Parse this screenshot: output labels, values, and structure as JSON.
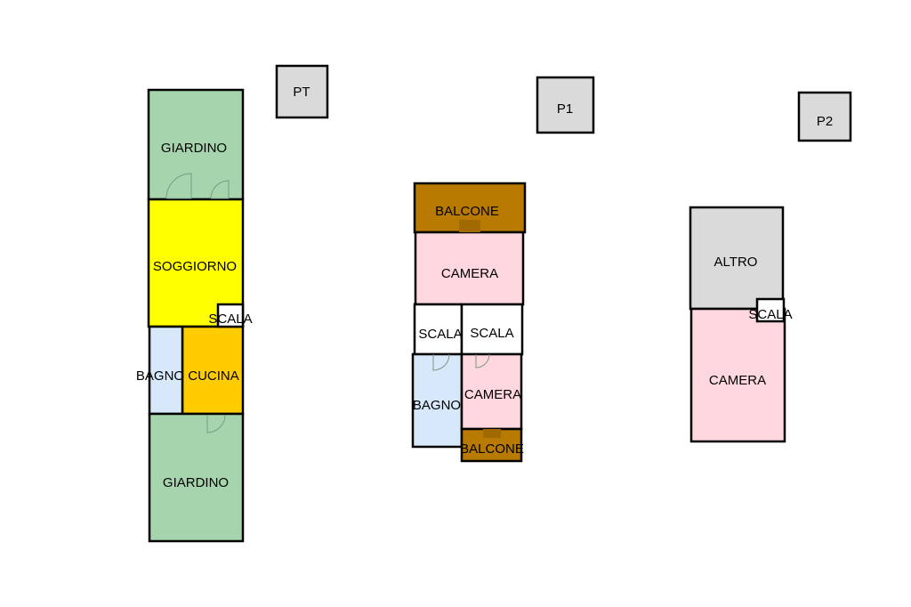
{
  "colors": {
    "giardino": "#a6d5ad",
    "soggiorno": "#ffff00",
    "cucina": "#ffcc00",
    "bagno": "#d6e8fa",
    "camera": "#ffd7df",
    "balcone": "#b87a00",
    "scala": "#ffffff",
    "altro": "#dadada"
  },
  "floors": [
    {
      "tag": "PT",
      "rooms": [
        {
          "label": "GIARDINO",
          "type": "giardino"
        },
        {
          "label": "SOGGIORNO",
          "type": "soggiorno"
        },
        {
          "label": "SCALA",
          "type": "scala"
        },
        {
          "label": "BAGNO",
          "type": "bagno"
        },
        {
          "label": "CUCINA",
          "type": "cucina"
        },
        {
          "label": "GIARDINO",
          "type": "giardino"
        }
      ]
    },
    {
      "tag": "P1",
      "rooms": [
        {
          "label": "BALCONE",
          "type": "balcone"
        },
        {
          "label": "CAMERA",
          "type": "camera"
        },
        {
          "label": "SCALA",
          "type": "scala"
        },
        {
          "label": "SCALA",
          "type": "scala"
        },
        {
          "label": "BAGNO",
          "type": "bagno"
        },
        {
          "label": "CAMERA",
          "type": "camera"
        },
        {
          "label": "BALCONE",
          "type": "balcone"
        }
      ]
    },
    {
      "tag": "P2",
      "rooms": [
        {
          "label": "ALTRO",
          "type": "altro"
        },
        {
          "label": "CAMERA",
          "type": "camera"
        },
        {
          "label": "SCALA",
          "type": "scala"
        }
      ]
    }
  ]
}
